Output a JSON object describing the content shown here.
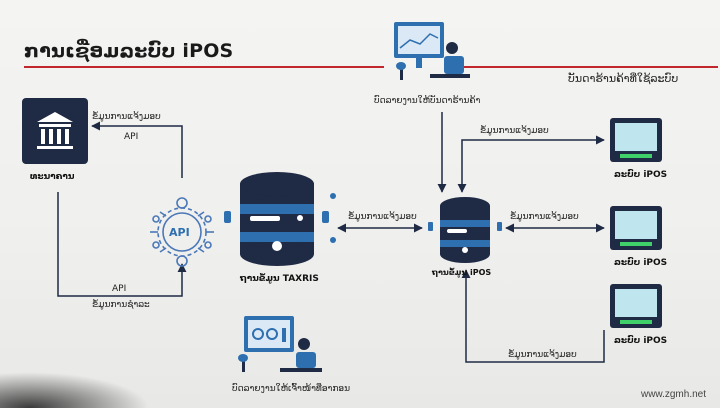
{
  "title": "ການເຊື່ອມລະບົບ iPOS",
  "subheading_right": "ບັນດາຮ້ານຄ້າທີ່ໃຊ້ລະບົບ",
  "nodes": {
    "bank": "ທະນາຄານ",
    "api": "API",
    "taxris_db": "ຖານຂໍ້ມູນ TAXRIS",
    "ipos_db": "ຖານຂໍ້ມູນ iPOS",
    "tax_dept_monitor": "ບົດລາຍງານໃຫ້ເຈົ້າໜ້າທີ່ອາກອນ",
    "store_monitor": "ບົດລາຍງານໃຫ້ບັນດາຮ້ານຄ້າ",
    "terminals": [
      "ລະບົບ iPOS",
      "ລະບົບ iPOS",
      "ລະບົບ iPOS"
    ]
  },
  "edges": {
    "bank_to_api_top": "ຂໍ້ມູນການແຈ້ງມອບ",
    "api_top_label": "API",
    "api_bottom_label": "API",
    "api_to_bank_bottom": "ຂໍ້ມູນການຊຳລະ",
    "taxris_ipos": "ຂໍ້ມູນການແຈ້ງມອບ",
    "terminal_1": "ຂໍ້ມູນການແຈ້ງມອບ",
    "terminal_2": "ຂໍ້ມູນການແຈ້ງມອບ",
    "terminal_3": "ຂໍ້ມູນການແຈ້ງມອບ"
  },
  "colors": {
    "accent_red": "#c0262b",
    "navy": "#1f2a44",
    "blue": "#2e6fb0",
    "screen_green": "#3fd06a",
    "screen_cyan": "#bfe6ee"
  },
  "watermark": "www.zgmh.net"
}
